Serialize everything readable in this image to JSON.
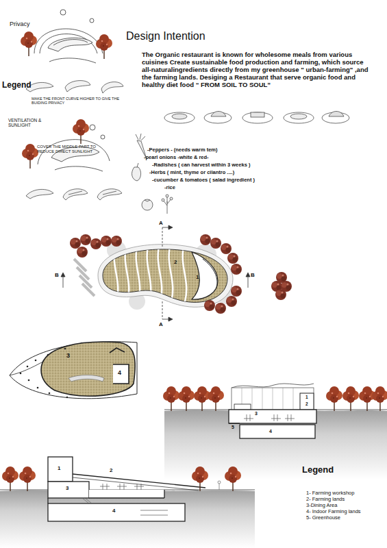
{
  "diagram": {
    "title": "Design Intention",
    "labels": [
      "Privacy",
      "Legend",
      "MAKE THE FRONT CURVE HIGHER TO GIVE THE BUIDING PRIVACY",
      "VENTILATION & SUNLIGHT",
      "COVER THE MIDDLE PART TO REDUCE DIRECT SUNLIGHT",
      "The Organic restaurant is known for wholesome meals from various cuisines Create sustainable food production and farming, which source all-naturalingredients directly from my greenhouse \" urban-farming\" ,and the farming lands. Desiging a Restaurant that serve organic food and healthy diet food “ FROM SOIL TO SOUL”",
      "-Peppers - (needs warm tem)",
      "-pearl onions -white & red-",
      "-Radishes ( can harvest within 3 weeks )",
      "-Herbs ( mint, thyme or cilantro ....)",
      "-cucumber & tomatoes ( salad ingredient )",
      "-rice",
      "A",
      "A",
      "B",
      "B",
      "2",
      "1",
      "3",
      "4",
      "1",
      "2",
      "3",
      "5",
      "4",
      "1",
      "2",
      "3",
      "4",
      "Legend",
      "1- Farming workshop",
      "2- Farming lands",
      "3-Dining Area",
      "4- Indoor Farming lands",
      "5- Greenhouse"
    ]
  }
}
